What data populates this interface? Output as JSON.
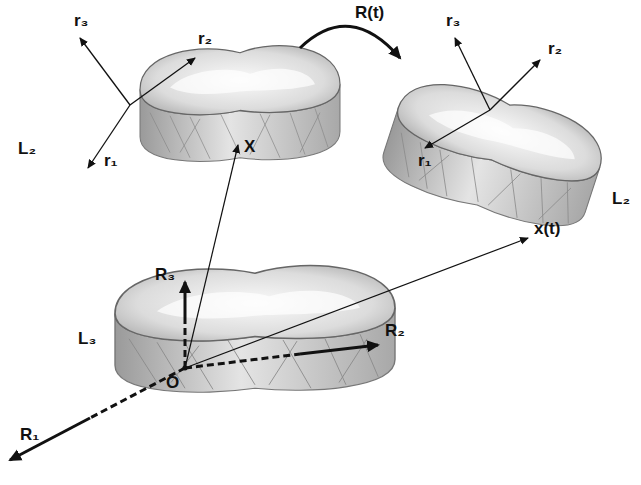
{
  "diagram": {
    "labels": [
      "r₃",
      "r₂",
      "r₁",
      "L₂",
      "X",
      "R(t)",
      "r₃",
      "r₂",
      "r₁",
      "L₂",
      "x(t)",
      "R₃",
      "R₂",
      "R₁",
      "L₃",
      "O"
    ]
  }
}
